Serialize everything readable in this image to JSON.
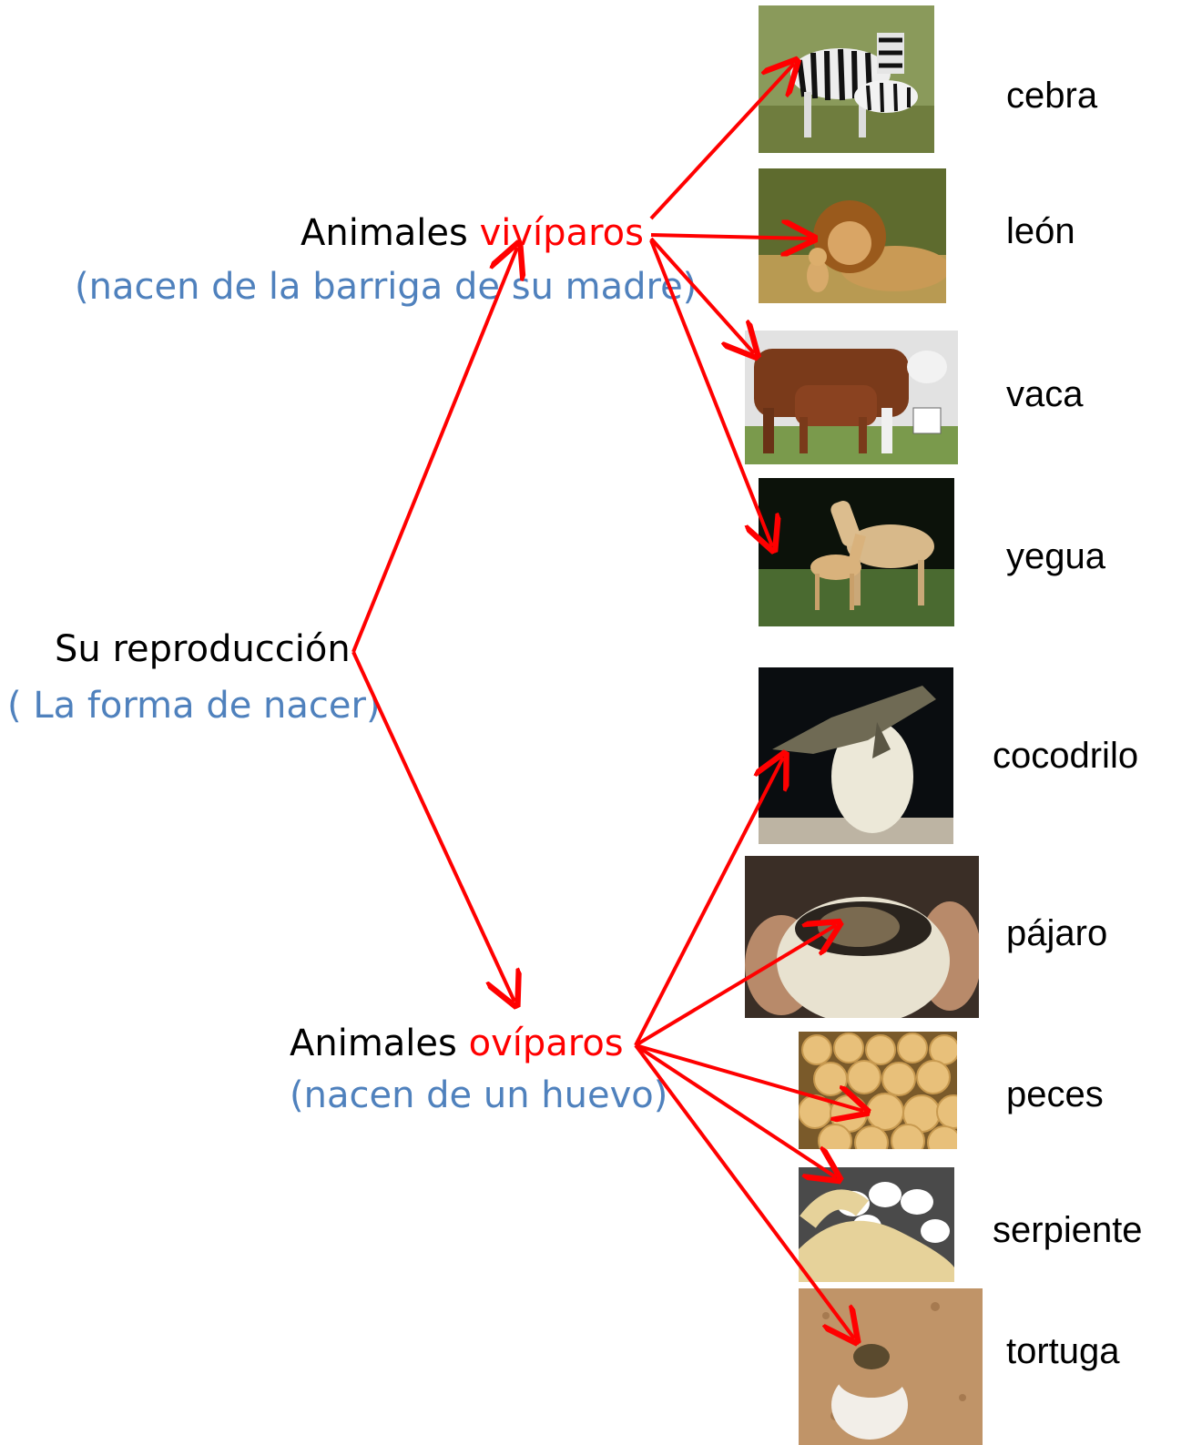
{
  "root": {
    "title": "Su reproducción",
    "subtitle": "( La forma de nacer)"
  },
  "viviparos": {
    "prefix": "Animales ",
    "keyword": "vivíparos",
    "subtitle": "(nacen de la barriga de su madre)",
    "animals": [
      "cebra",
      "león",
      "vaca",
      "yegua"
    ]
  },
  "oviparos": {
    "prefix": "Animales ",
    "keyword": "ovíparos",
    "subtitle": "(nacen de un huevo)",
    "animals": [
      "cocodrilo",
      "pájaro",
      "peces",
      "serpiente",
      "tortuga"
    ]
  },
  "colors": {
    "arrow": "#ff0000",
    "keyword": "#ff0000",
    "subtitle": "#4f81bd",
    "text": "#000000"
  },
  "icons": [
    "zebra-photo",
    "lion-photo",
    "cow-photo",
    "horse-photo",
    "crocodile-photo",
    "bird-photo",
    "fish-eggs-photo",
    "snake-photo",
    "turtle-photo"
  ]
}
